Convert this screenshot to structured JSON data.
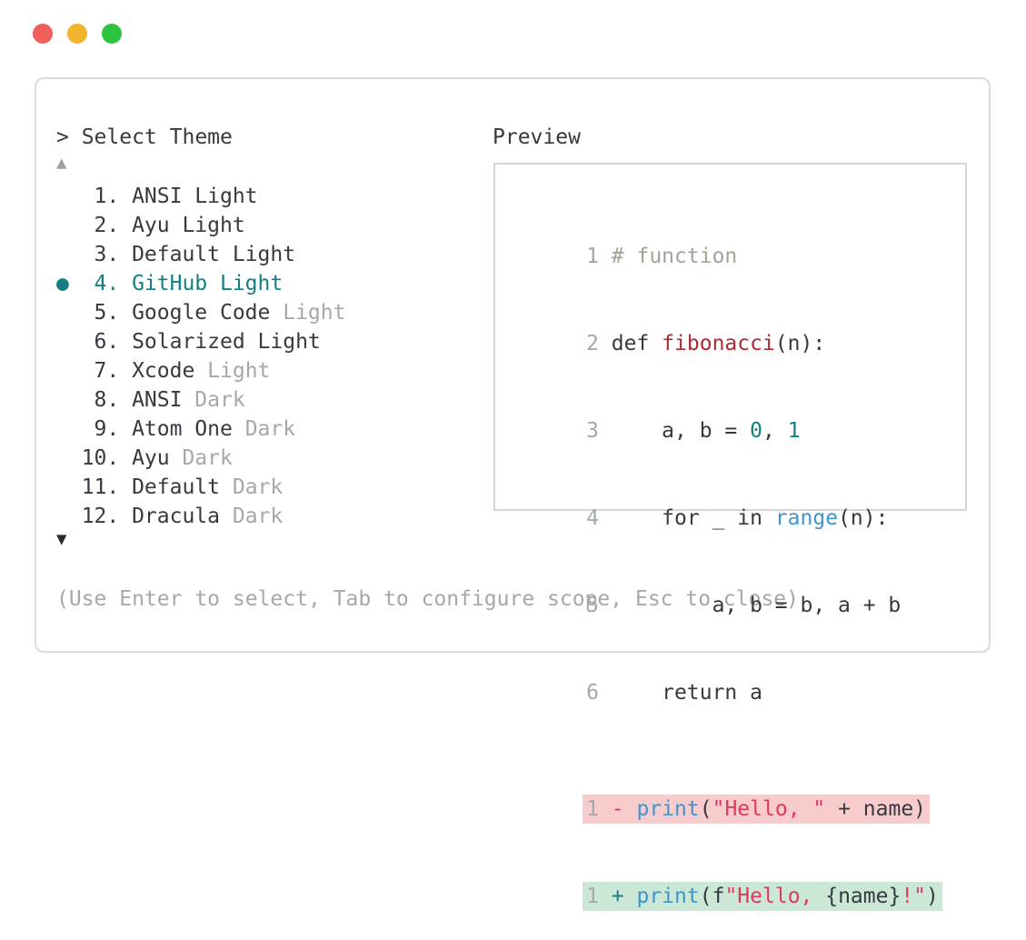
{
  "window": {
    "traffic_lights": [
      "close",
      "minimize",
      "zoom"
    ]
  },
  "colors": {
    "accent_teal": "#137f80",
    "text_dark": "#343a40",
    "text_dim": "#a3a8ad",
    "removed_bg": "#f8cccd",
    "added_bg": "#cbe8d6",
    "traffic_red": "#f15f5a",
    "traffic_yellow": "#f2b32d",
    "traffic_green": "#2dc33f"
  },
  "theme_picker": {
    "title": "> Select Theme",
    "scroll_up_icon": "▲",
    "scroll_down_icon": "▼",
    "items": [
      {
        "marker": "",
        "number": "1.",
        "name": "ANSI Light",
        "dim": "",
        "selected": false
      },
      {
        "marker": "",
        "number": "2.",
        "name": "Ayu Light",
        "dim": "",
        "selected": false
      },
      {
        "marker": "",
        "number": "3.",
        "name": "Default Light",
        "dim": "",
        "selected": false
      },
      {
        "marker": "●",
        "number": "4.",
        "name": "GitHub Light",
        "dim": "",
        "selected": true
      },
      {
        "marker": "",
        "number": "5.",
        "name": "Google Code",
        "dim": "Light",
        "selected": false
      },
      {
        "marker": "",
        "number": "6.",
        "name": "Solarized Light",
        "dim": "",
        "selected": false
      },
      {
        "marker": "",
        "number": "7.",
        "name": "Xcode",
        "dim": "Light",
        "selected": false
      },
      {
        "marker": "",
        "number": "8.",
        "name": "ANSI",
        "dim": "Dark",
        "selected": false
      },
      {
        "marker": "",
        "number": "9.",
        "name": "Atom One",
        "dim": "Dark",
        "selected": false
      },
      {
        "marker": "",
        "number": "10.",
        "name": "Ayu",
        "dim": "Dark",
        "selected": false
      },
      {
        "marker": "",
        "number": "11.",
        "name": "Default",
        "dim": "Dark",
        "selected": false
      },
      {
        "marker": "",
        "number": "12.",
        "name": "Dracula",
        "dim": "Dark",
        "selected": false
      }
    ],
    "footer_hint": "(Use Enter to select, Tab to configure scope, Esc to close)"
  },
  "preview": {
    "title": "Preview",
    "code_lines": [
      {
        "num": "1",
        "tokens": [
          {
            "t": "# function"
          }
        ]
      },
      {
        "num": "2",
        "tokens": [
          {
            "t": "def "
          },
          {
            "t": "fibonacci"
          },
          {
            "t": "(n):"
          }
        ]
      },
      {
        "num": "3",
        "tokens": [
          {
            "t": "    a, b = "
          },
          {
            "t": "0"
          },
          {
            "t": ", "
          },
          {
            "t": "1"
          }
        ]
      },
      {
        "num": "4",
        "tokens": [
          {
            "t": "    for _ in "
          },
          {
            "t": "range"
          },
          {
            "t": "(n):"
          }
        ]
      },
      {
        "num": "5",
        "tokens": [
          {
            "t": "        a, b = b, a + b"
          }
        ]
      },
      {
        "num": "6",
        "tokens": [
          {
            "t": "    return a"
          }
        ]
      }
    ],
    "diff_lines": [
      {
        "num": "1",
        "kind": "removed",
        "tokens": [
          {
            "t": "- "
          },
          {
            "t": "print"
          },
          {
            "t": "("
          },
          {
            "t": "\"Hello, \""
          },
          {
            "t": " + name)"
          }
        ]
      },
      {
        "num": "1",
        "kind": "added",
        "tokens": [
          {
            "t": "+ "
          },
          {
            "t": "print"
          },
          {
            "t": "(f"
          },
          {
            "t": "\"Hello, "
          },
          {
            "t": "{name}"
          },
          {
            "t": "!\""
          },
          {
            "t": ")"
          }
        ]
      }
    ]
  }
}
